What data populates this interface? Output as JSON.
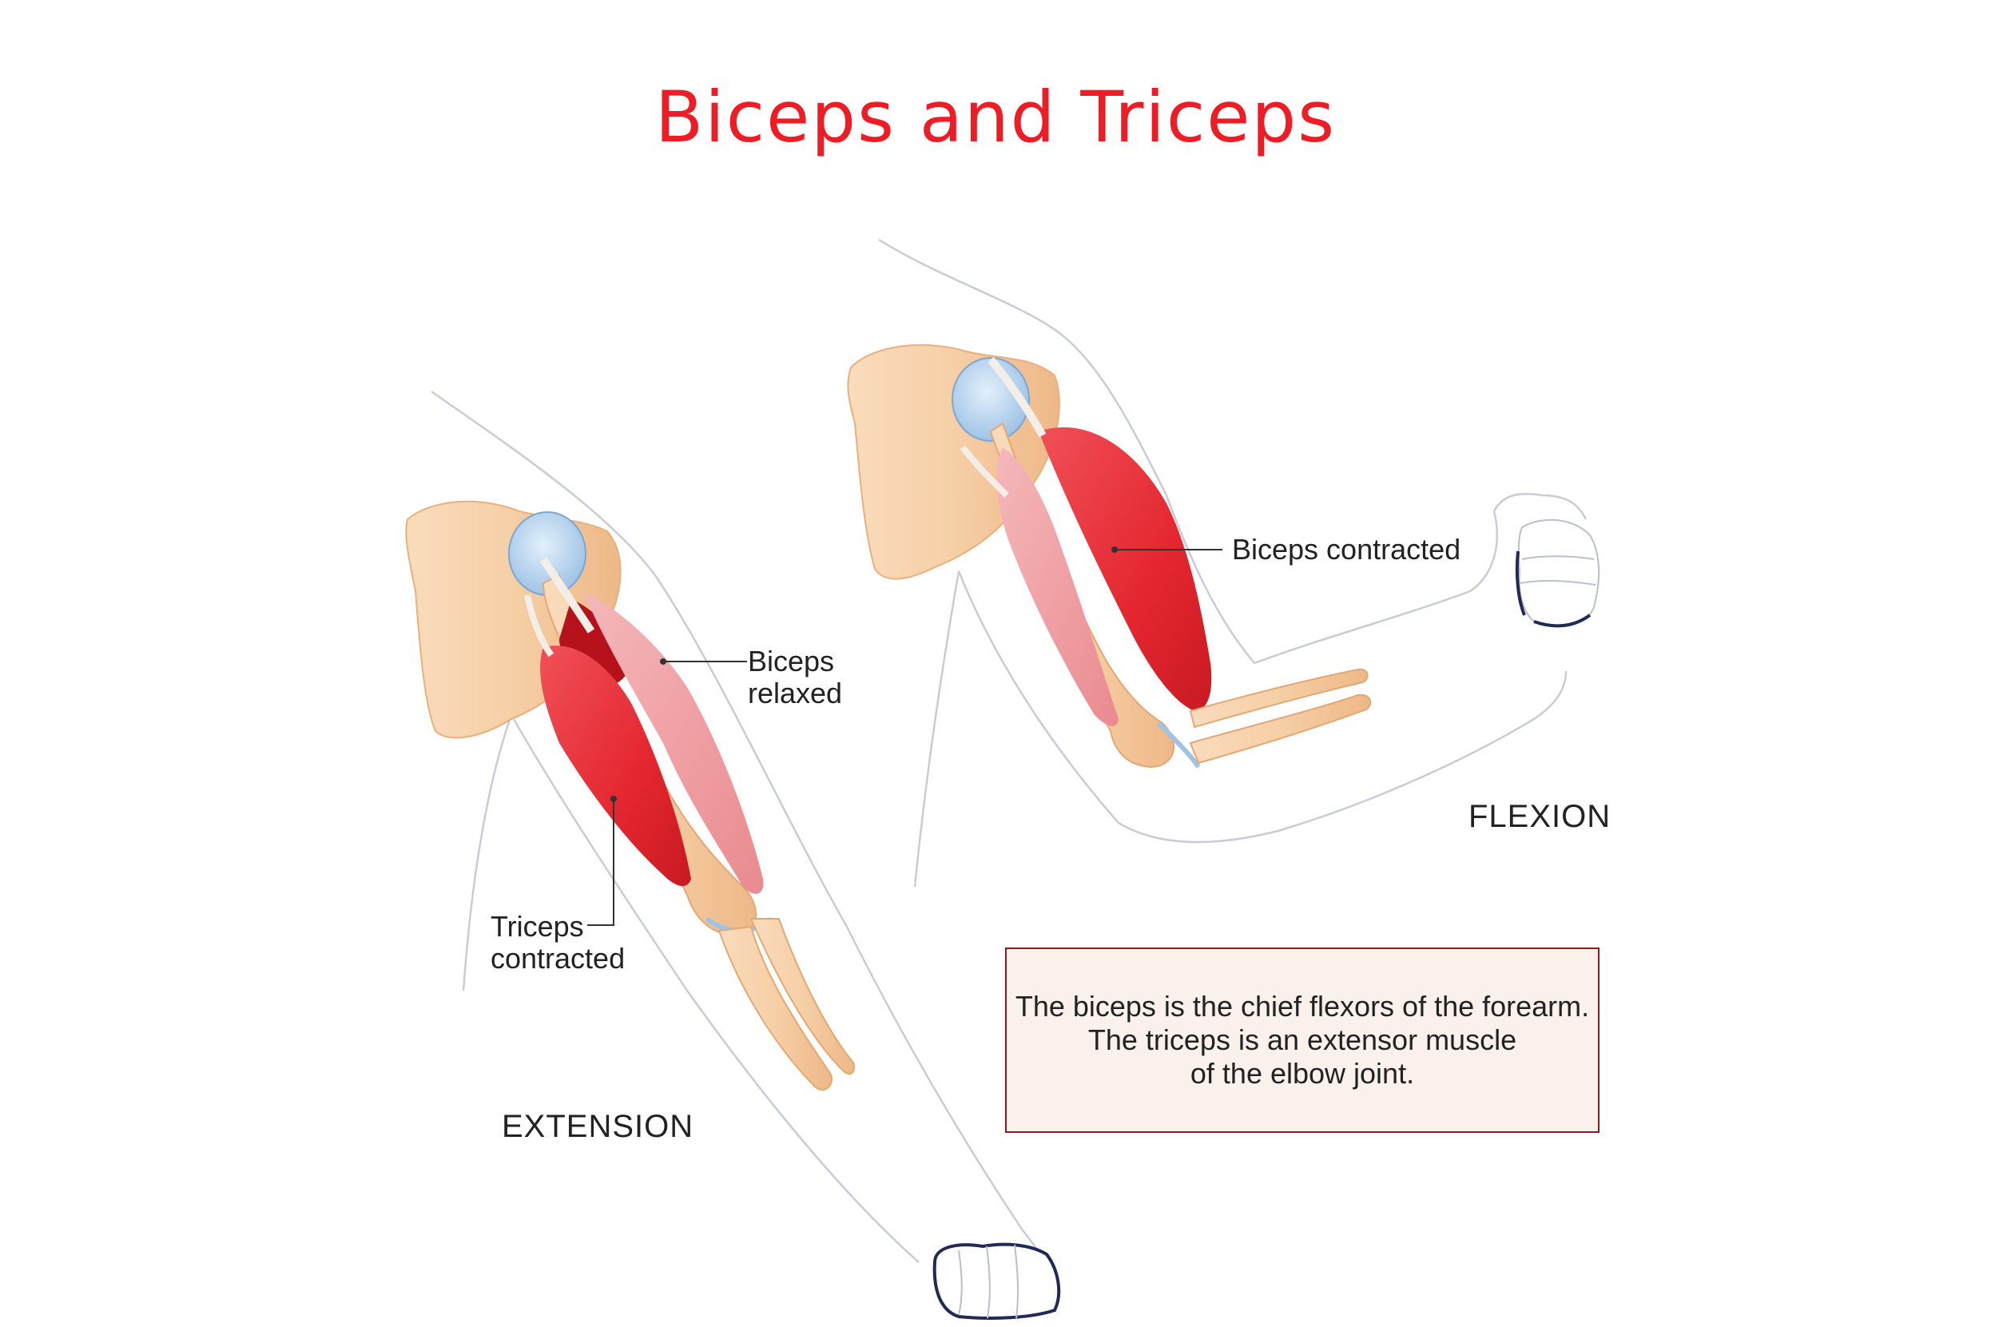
{
  "title": "Biceps and Triceps",
  "labels": {
    "biceps_relaxed_line1": "Biceps",
    "biceps_relaxed_line2": "relaxed",
    "triceps_contracted_line1": "Triceps",
    "triceps_contracted_line2": "contracted",
    "biceps_contracted": "Biceps contracted",
    "extension": "EXTENSION",
    "flexion": "FLEXION"
  },
  "info_box": {
    "line1": "The biceps is the chief flexors of the forearm.",
    "line2": "The triceps is an extensor muscle",
    "line3": "of the elbow joint."
  },
  "colors": {
    "title": "#ee1c25",
    "muscle_contracted": "#e8343c",
    "muscle_relaxed": "#f1a7aa",
    "bone": "#f6cfa6",
    "cartilage": "#bcd7ef",
    "info_border": "#8e1a22",
    "info_fill": "#fbf1ec"
  }
}
